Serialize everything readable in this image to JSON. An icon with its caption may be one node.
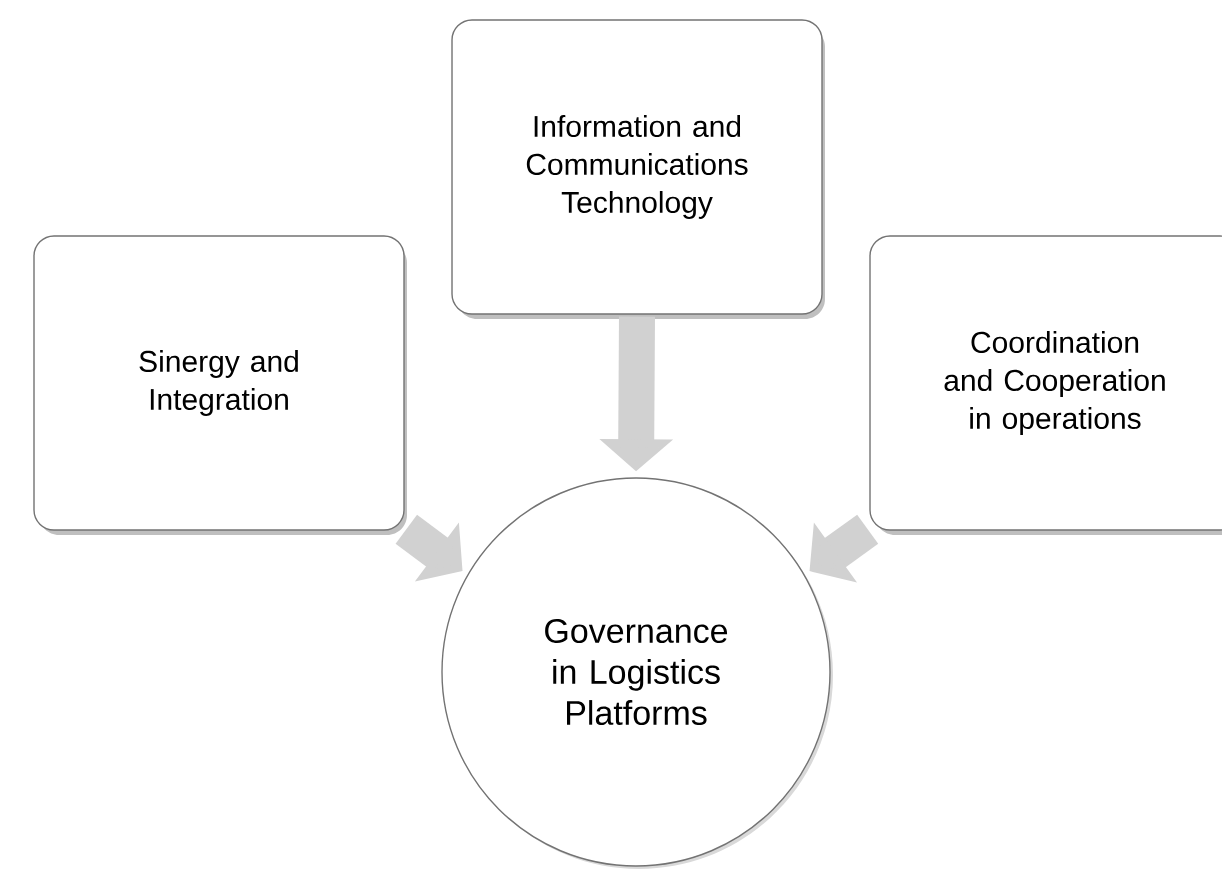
{
  "diagram": {
    "nodes": [
      {
        "text": [
          "Information and Communications Technology"
        ]
      },
      {
        "text": [
          "Sinergy and Integration"
        ]
      },
      {
        "text": [
          "Coordination and Cooperation in operations"
        ]
      },
      {
        "text": [
          "Governance in Logistics Platforms"
        ]
      }
    ],
    "edges": [
      {
        "from": 0,
        "to": 3,
        "arrow": "to"
      },
      {
        "from": 1,
        "to": 3,
        "arrow": "to"
      },
      {
        "from": 2,
        "to": 3,
        "arrow": "to"
      }
    ]
  }
}
